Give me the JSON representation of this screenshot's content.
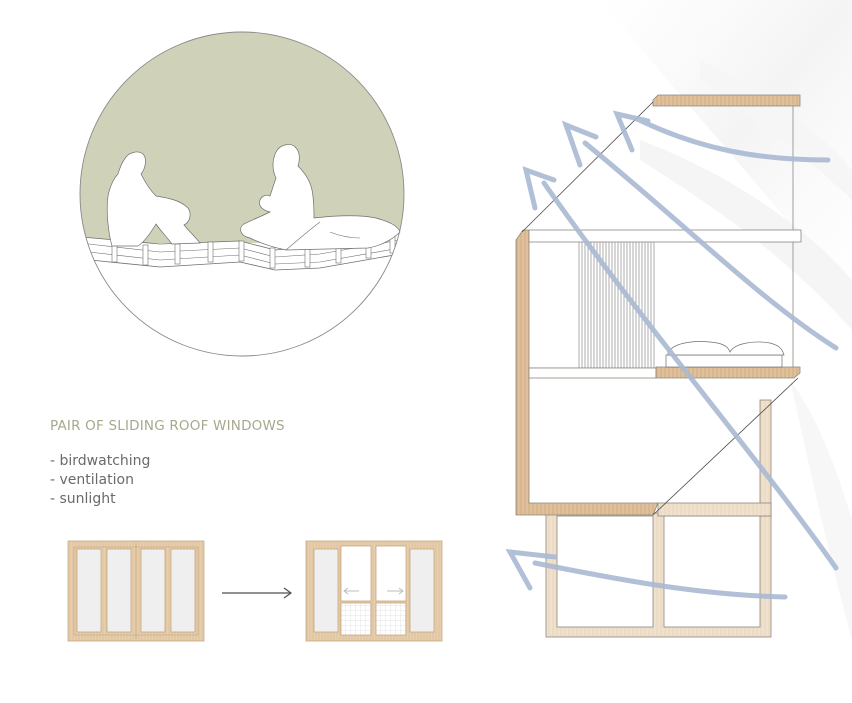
{
  "caption": {
    "title": "PAIR OF SLIDING ROOF WINDOWS",
    "features": [
      "- birdwatching",
      "- ventilation",
      "- sunlight"
    ]
  },
  "illustrations": {
    "circle_vignette": {
      "subject": "two people sitting on a net/hammock floor",
      "background_color": "#cfd1b8"
    },
    "window_closed": {
      "panes": 4,
      "state": "closed"
    },
    "transition_arrow": {
      "direction": "right"
    },
    "window_open": {
      "panes": 4,
      "state": "middle panes slid open with mesh screens",
      "slide_arrows": [
        "left",
        "right"
      ]
    },
    "section_drawing": {
      "subject": "treehouse section with airflow arrows",
      "airflow_color": "#a9b9d3"
    }
  },
  "colors": {
    "wood_dark": "#d9b892",
    "wood_light": "#eedfc9",
    "line": "#7f7a74",
    "glass": "#efefef",
    "airflow": "#a9b9d3",
    "title": "#a8a88e",
    "body_text": "#6a6a6a"
  }
}
